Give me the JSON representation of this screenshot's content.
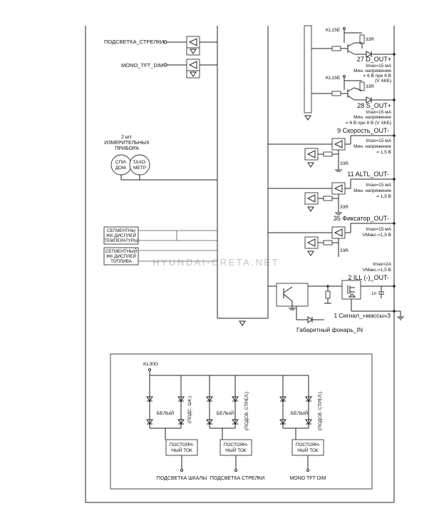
{
  "watermark": "HYUNDAI-CRETA.NET",
  "inputs": {
    "backlight_needle": "ПОДСВЕТКА_СТРЕЛКИ",
    "mono_tft_dim": "MONO_TFT_DIM"
  },
  "gauges": {
    "caption_line1": "2 шт.",
    "caption_line2": "ИЗМЕРИТЕЛЬНЫХ",
    "caption_line3": "ПРИБОРА",
    "speedo_line1": "СПИ-",
    "speedo_line2": "ДОМ.",
    "tacho_line1": "ТАХО-",
    "tacho_line2": "МЕТР"
  },
  "lcd": {
    "temp_line1": "СЕГМЕНТНЫ",
    "temp_line2": "ЖК ДИСПЛЕЙ",
    "temp_line3": "ТЕМПЕРАТУРЫ",
    "fuel_line1": "СЕГМЕНТНЫЙ",
    "fuel_line2": "ЖК ДИСПЛЕЙ",
    "fuel_line3": "ТОПЛИВА"
  },
  "outputs": {
    "kl15e_1": "KL15E",
    "kl15e_2": "KL15E",
    "r33_1": "33R",
    "r33_2": "33R",
    "r33_3": "33R",
    "r33_4": "33R",
    "r33_5": "33R",
    "o27_title": "27 D_OUT+",
    "o27_l1": "Imax=15 мА",
    "o27_l2": "Мин. напряжение",
    "o27_l3": "= 6 В при 8 В",
    "o27_l4": "(V АКБ)",
    "o28_title": "28 S_OUT+",
    "o28_l1": "Imax=15 мА",
    "o28_l2": "Мин. напряжение",
    "o28_l3": "= 6 В при 8 В (V АКБ)",
    "o9_title": "9 Скорость_OUT-",
    "o9_l1": "Imax=15 мА",
    "o9_l2": "Мин. напряжение",
    "o9_l3": "= 1,5 В",
    "o11_title": "11 ALTL_OUT-",
    "o11_l1": "Imax=15 мА",
    "o11_l2": "Мин. напряжение",
    "o11_l3": "= 1,5 В",
    "o35_title": "35 Фиксатор_OUT-",
    "o35_l1": "Imax=15 мА",
    "o35_l2": "VМакс.=1,5 В",
    "o2_l1": "Imax=2A",
    "o2_l2": "VМакс.=1,5 В",
    "o2_title": "2 ILL (-)_OUT-",
    "cap_1n": "1n",
    "ground_signal": "1 Сигнал_«массы»3",
    "tail_lamp": "Габаритный фонарь_IN"
  },
  "backlight_block": {
    "kl30g": "KL30G",
    "white_1": "БЕЛЫЙ",
    "white_2": "БЕЛЫЙ",
    "white_3": "БЕЛЫЙ",
    "vert_1": "(ПОДС. ШК.)",
    "vert_2": "(ПОДСВ. СТРЕЛ.)",
    "vert_3": "(ПОДСВ. СТРЕЛ.)",
    "cc1_l1": "ПОСТОЯН-",
    "cc1_l2": "НЫЙ ТОК",
    "cc2_l1": "ПОСТОЯН-",
    "cc2_l2": "НЫЙ ТОК",
    "cc3_l1": "ПОСТОЯН-",
    "cc3_l2": "НЫЙ ТОК",
    "label_scale": "ПОДСВЕТКА ШКАЛЫ",
    "label_needle": "ПОДСВЕТКА СТРЕЛКИ",
    "label_mono": "MONO TFT DIM"
  }
}
